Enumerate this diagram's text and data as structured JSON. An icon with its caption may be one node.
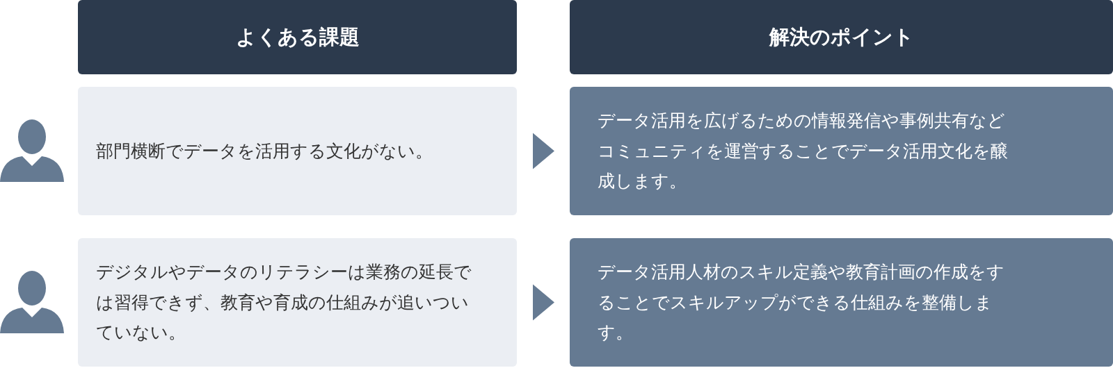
{
  "diagram": {
    "nodes": [
      {
        "text": [
          "よくある課題"
        ]
      },
      {
        "text": [
          "解決のポイント"
        ]
      },
      {
        "text": [
          "部門横断でデータを活用する文化がない。"
        ]
      },
      {
        "text": [
          "データ活用を広げるための情報発信や事例共有などコミュニティを運営することでデータ活用文化を醸成します。"
        ]
      },
      {
        "text": [
          "デジタルやデータのリテラシーは業務の延長では習得できず、教育や育成の仕組みが追いついていない。"
        ]
      },
      {
        "text": [
          "データ活用人材のスキル定義や教育計画の作成をすることでスキルアップができる仕組みを整備します。"
        ]
      }
    ],
    "edges": [
      {
        "from": 2,
        "to": 3,
        "arrow": "to"
      },
      {
        "from": 4,
        "to": 5,
        "arrow": "to"
      }
    ]
  }
}
